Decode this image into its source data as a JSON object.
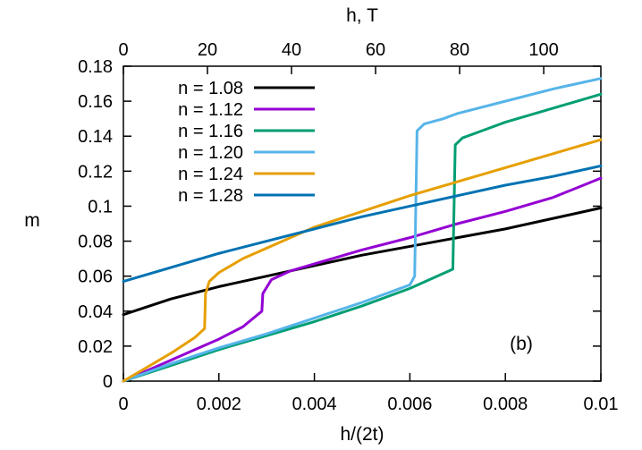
{
  "chart_data": {
    "type": "line",
    "title": "",
    "xlabel": "h/(2t)",
    "ylabel": "m",
    "x2label": "h, T",
    "annotation": "(b)",
    "xlim": [
      0,
      0.01
    ],
    "ylim": [
      0,
      0.18
    ],
    "x2lim": [
      0,
      113.6
    ],
    "x_ticks": [
      "0",
      "0.002",
      "0.004",
      "0.006",
      "0.008",
      "0.01"
    ],
    "x_tick_values": [
      0,
      0.002,
      0.004,
      0.006,
      0.008,
      0.01
    ],
    "y_ticks": [
      "0",
      "0.02",
      "0.04",
      "0.06",
      "0.08",
      "0.1",
      "0.12",
      "0.14",
      "0.16",
      "0.18"
    ],
    "y_tick_values": [
      0,
      0.02,
      0.04,
      0.06,
      0.08,
      0.1,
      0.12,
      0.14,
      0.16,
      0.18
    ],
    "x2_ticks": [
      "0",
      "20",
      "40",
      "60",
      "80",
      "100"
    ],
    "x2_tick_values": [
      0,
      20,
      40,
      60,
      80,
      100
    ],
    "grid": false,
    "legend_position": "top-left",
    "series": [
      {
        "name": "n = 1.08",
        "color": "#000000",
        "x": [
          0,
          0.001,
          0.002,
          0.003,
          0.004,
          0.005,
          0.006,
          0.007,
          0.008,
          0.009,
          0.01
        ],
        "y": [
          0.038,
          0.047,
          0.054,
          0.06,
          0.066,
          0.072,
          0.077,
          0.082,
          0.087,
          0.093,
          0.099
        ]
      },
      {
        "name": "n = 1.12",
        "color": "#9400d3",
        "x": [
          0,
          0.0005,
          0.001,
          0.0015,
          0.002,
          0.0025,
          0.0029,
          0.00292,
          0.0031,
          0.0035,
          0.004,
          0.005,
          0.006,
          0.007,
          0.008,
          0.009,
          0.01
        ],
        "y": [
          0,
          0.006,
          0.012,
          0.018,
          0.024,
          0.031,
          0.04,
          0.05,
          0.058,
          0.063,
          0.067,
          0.075,
          0.082,
          0.09,
          0.097,
          0.105,
          0.116
        ]
      },
      {
        "name": "n = 1.16",
        "color": "#009e73",
        "x": [
          0,
          0.001,
          0.002,
          0.003,
          0.004,
          0.005,
          0.006,
          0.0069,
          0.00695,
          0.0071,
          0.0075,
          0.008,
          0.009,
          0.01
        ],
        "y": [
          0,
          0.009,
          0.018,
          0.026,
          0.034,
          0.043,
          0.053,
          0.064,
          0.135,
          0.139,
          0.143,
          0.148,
          0.156,
          0.164
        ]
      },
      {
        "name": "n = 1.20",
        "color": "#56b4e9",
        "x": [
          0,
          0.001,
          0.002,
          0.003,
          0.004,
          0.005,
          0.006,
          0.0061,
          0.00615,
          0.0063,
          0.0067,
          0.007,
          0.008,
          0.009,
          0.01
        ],
        "y": [
          0,
          0.01,
          0.019,
          0.027,
          0.036,
          0.045,
          0.055,
          0.06,
          0.143,
          0.147,
          0.15,
          0.153,
          0.16,
          0.167,
          0.173
        ]
      },
      {
        "name": "n = 1.24",
        "color": "#e69f00",
        "x": [
          0,
          0.0005,
          0.001,
          0.0015,
          0.0017,
          0.00172,
          0.0018,
          0.002,
          0.0025,
          0.003,
          0.004,
          0.005,
          0.006,
          0.007,
          0.008,
          0.009,
          0.01
        ],
        "y": [
          0,
          0.008,
          0.016,
          0.025,
          0.03,
          0.05,
          0.057,
          0.062,
          0.07,
          0.076,
          0.088,
          0.097,
          0.106,
          0.114,
          0.122,
          0.13,
          0.138
        ]
      },
      {
        "name": "n = 1.28",
        "color": "#0072b2",
        "x": [
          0,
          0.001,
          0.002,
          0.003,
          0.004,
          0.005,
          0.006,
          0.007,
          0.008,
          0.009,
          0.01
        ],
        "y": [
          0.057,
          0.065,
          0.073,
          0.08,
          0.087,
          0.094,
          0.1,
          0.106,
          0.112,
          0.117,
          0.123
        ]
      }
    ]
  }
}
